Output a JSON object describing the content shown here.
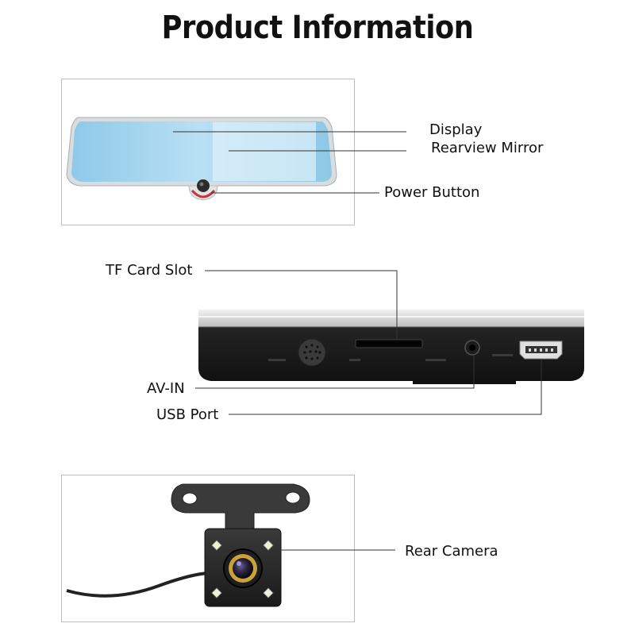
{
  "title": "Product Information",
  "labels": {
    "display": "Display",
    "rearview_mirror": "Rearview Mirror",
    "power_button": "Power Button",
    "tf_card_slot": "TF Card Slot",
    "av_in": "AV-IN",
    "usb_port": "USB Port",
    "rear_camera": "Rear Camera"
  }
}
